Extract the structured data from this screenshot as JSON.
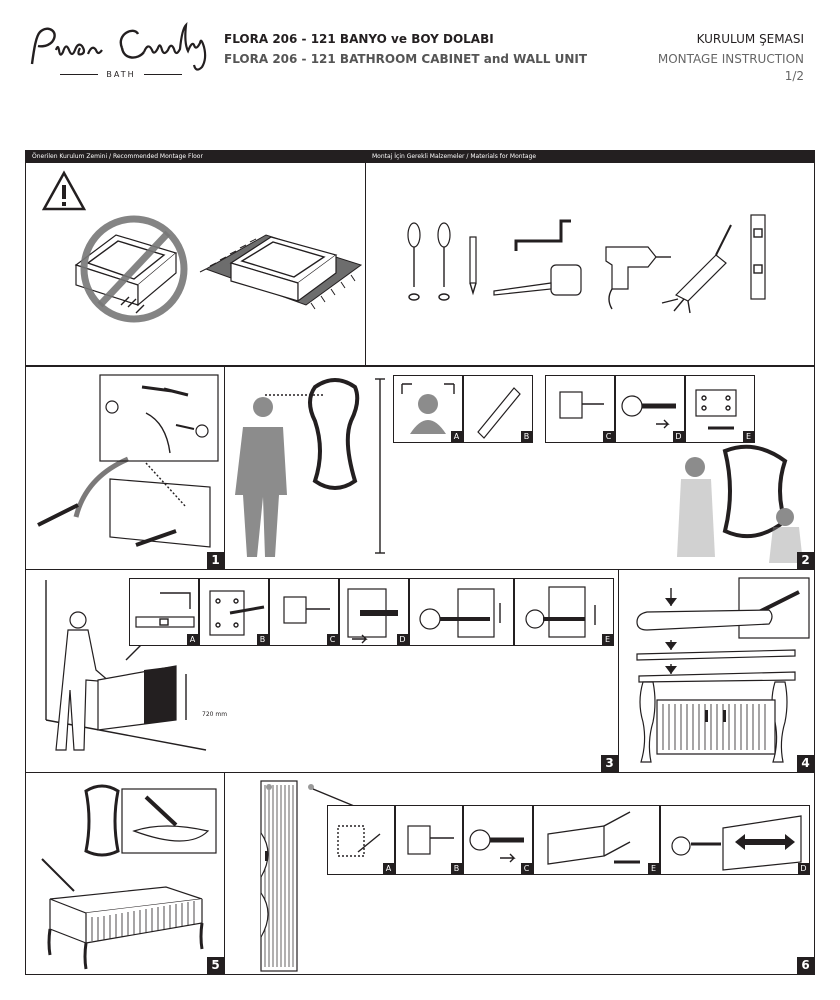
{
  "header": {
    "brand_name": "Pierre Cardin",
    "brand_sub": "BATH",
    "title_tr": "FLORA 206 - 121 BANYO ve BOY DOLABI",
    "title_en": "FLORA 206 - 121 BATHROOM CABINET and WALL UNIT",
    "doc_type_tr": "KURULUM ŞEMASI",
    "doc_type_en": "MONTAGE INSTRUCTION",
    "page": "1/2"
  },
  "sections": {
    "floor_label": "Önerilen Kurulum Zemini / Recommended Montage Floor",
    "materials_label": "Montaj İçin Gerekli Malzemeler / Materials for Montage"
  },
  "steps": {
    "s1": "1",
    "s2": "2",
    "s3": "3",
    "s4": "4",
    "s5": "5",
    "s6": "6"
  },
  "tags": {
    "a": "A",
    "b": "B",
    "c": "C",
    "d": "D",
    "e": "E"
  },
  "measure": {
    "height": "720",
    "unit": "mm"
  },
  "icons": [
    "warning-icon",
    "no-sign-icon",
    "screwdriver-icon",
    "pencil-icon",
    "hex-key-icon",
    "tape-measure-icon",
    "drill-icon",
    "silicone-gun-icon",
    "spirit-level-icon"
  ]
}
